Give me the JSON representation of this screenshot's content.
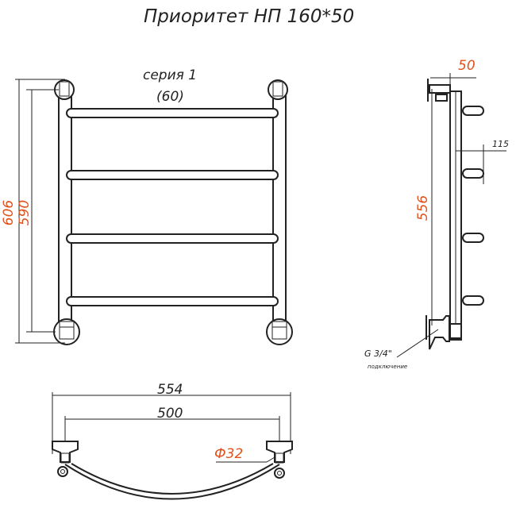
{
  "title": "Приоритет НП 160*50",
  "series_line1": "серия 1",
  "series_line2": "(60)",
  "dimensions": {
    "height_total": "606",
    "height_centers": "590",
    "side_height": "556",
    "depth": "50",
    "rung_offset": "115",
    "width_total": "554",
    "width_centers": "500",
    "diameter": "Ф32"
  },
  "connection": {
    "thread": "G 3/4\"",
    "note": "подключение"
  },
  "colors": {
    "line": "#222222",
    "accent": "#e0521d"
  }
}
